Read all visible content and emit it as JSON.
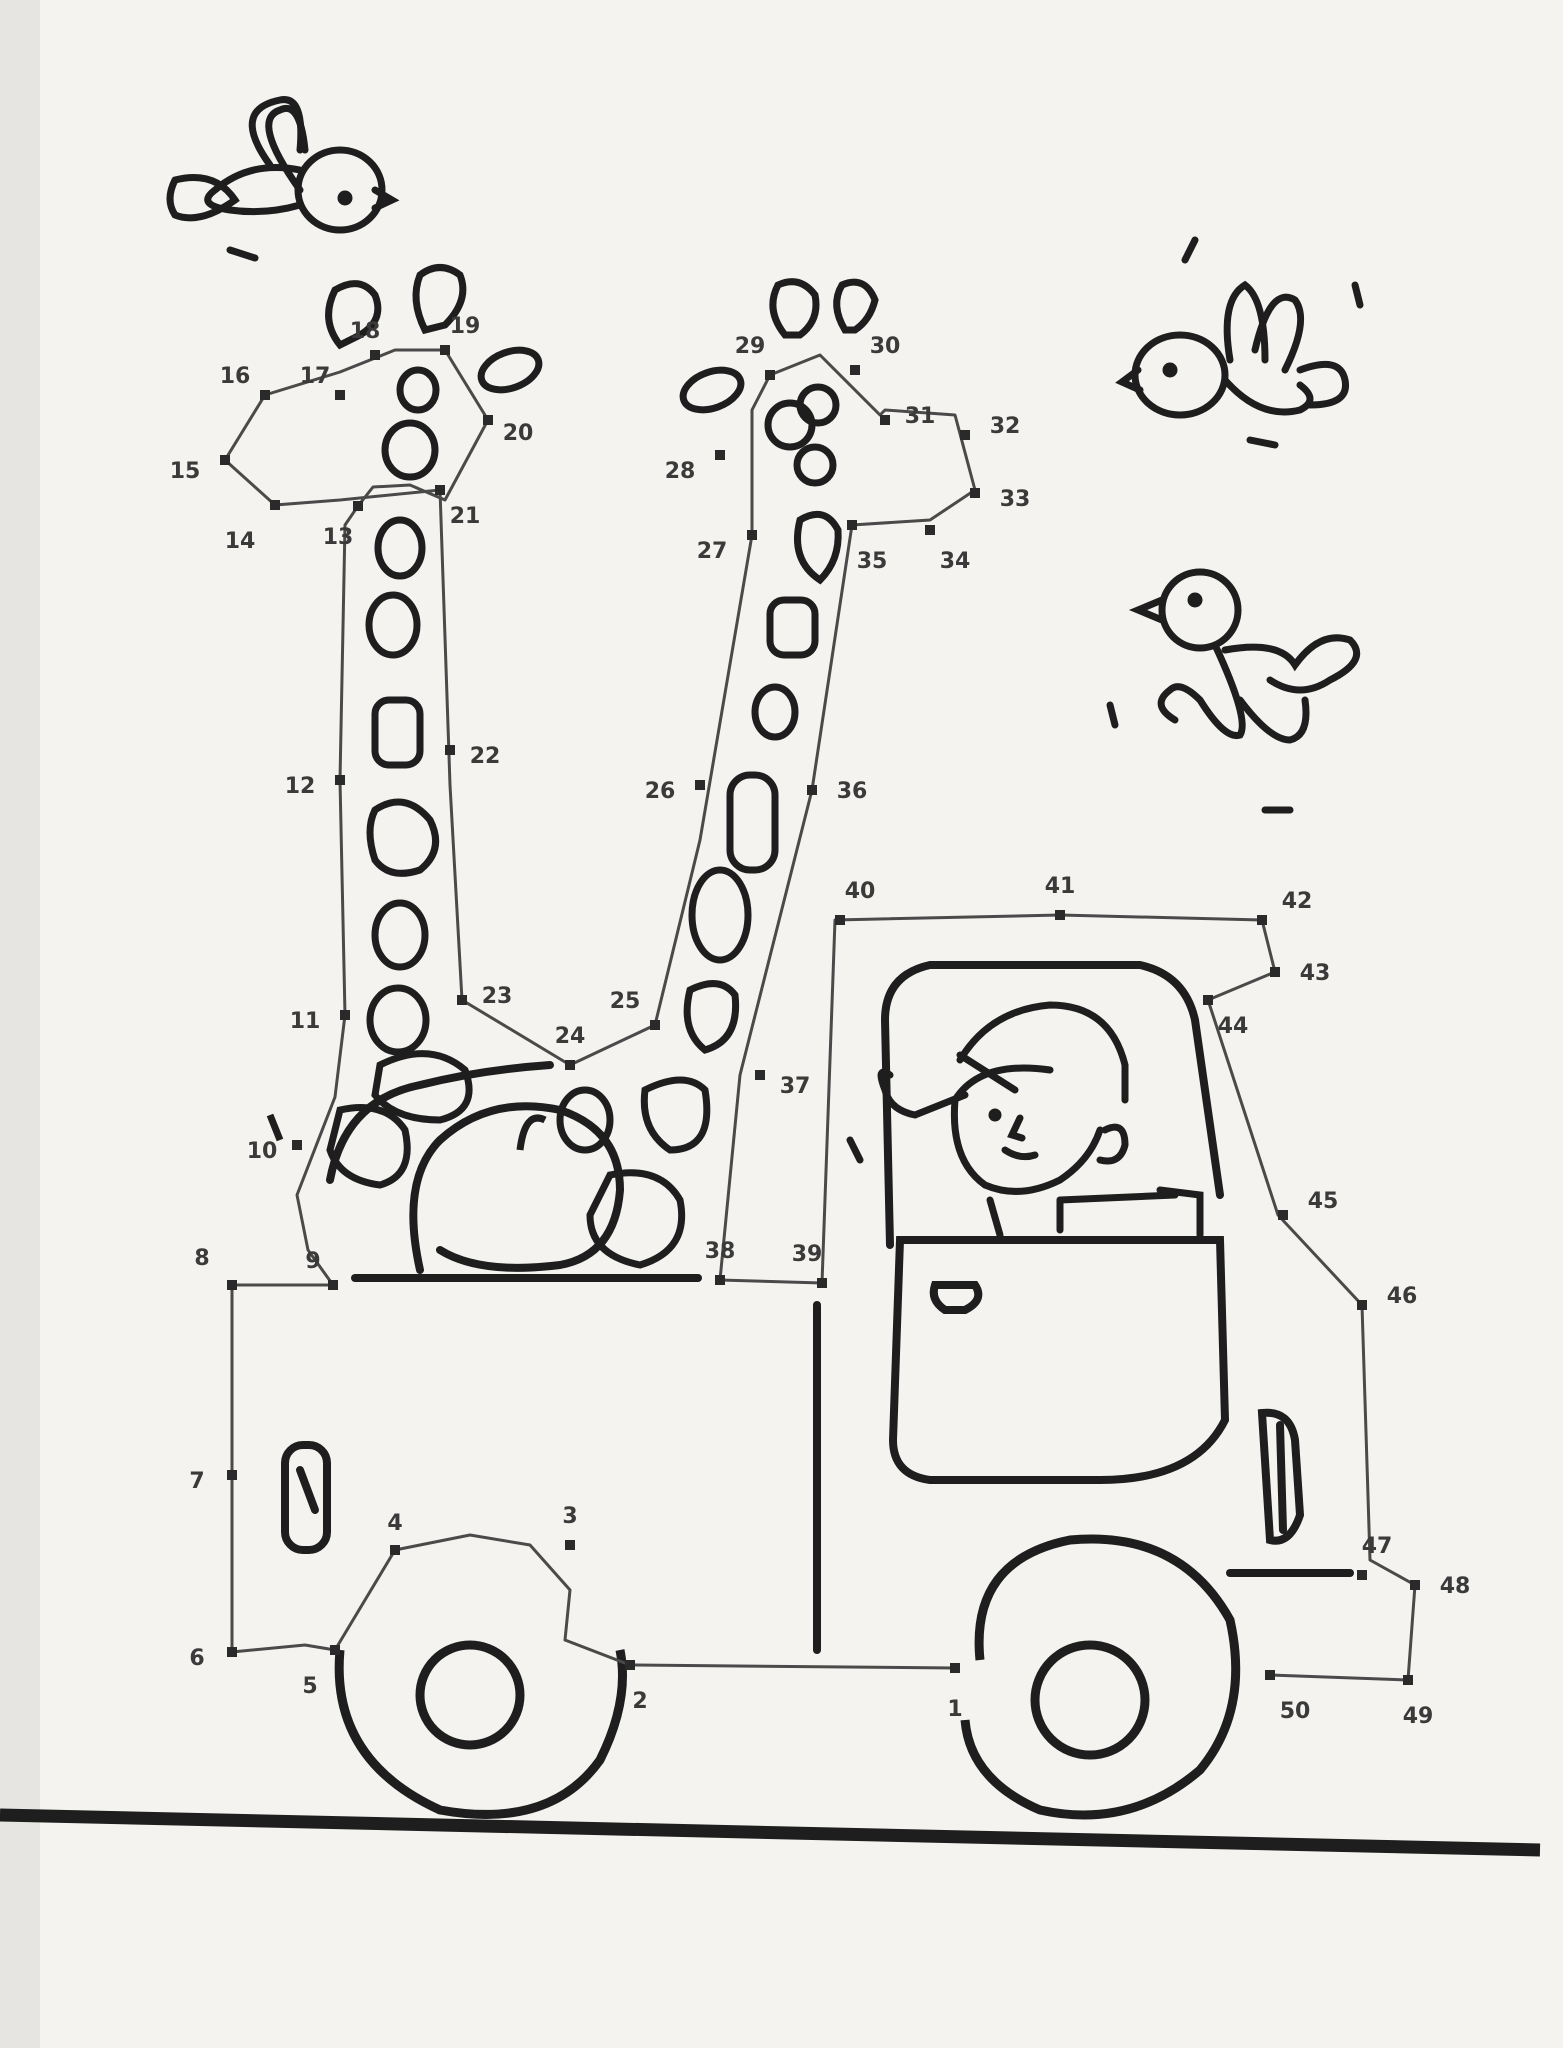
{
  "worksheet": {
    "dot_labels": [
      "1",
      "2",
      "3",
      "4",
      "5",
      "6",
      "7",
      "8",
      "9",
      "10",
      "11",
      "12",
      "13",
      "14",
      "15",
      "16",
      "17",
      "18",
      "19",
      "20",
      "21",
      "22",
      "23",
      "24",
      "25",
      "26",
      "27",
      "28",
      "29",
      "30",
      "31",
      "32",
      "33",
      "34",
      "35",
      "36",
      "37",
      "38",
      "39",
      "40",
      "41",
      "42",
      "43",
      "44",
      "45",
      "46",
      "47",
      "48",
      "49",
      "50"
    ]
  },
  "colors": {
    "paper": "#f4f3ef",
    "ink": "#1e1e1e",
    "pencil": "#4a4a4a",
    "dot": "#2a2a2a"
  },
  "icons": [
    "bird-icon",
    "giraffe-icon",
    "truck-icon",
    "driver-icon",
    "wheel-icon"
  ]
}
